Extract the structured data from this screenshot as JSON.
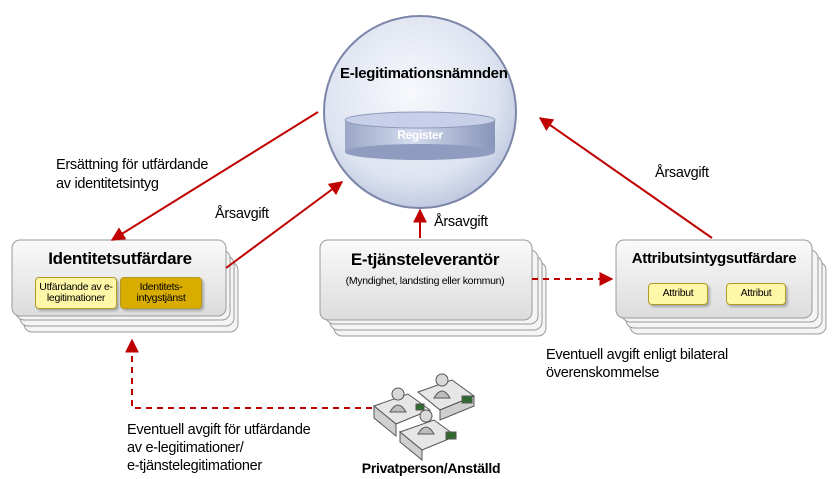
{
  "center": {
    "title": "E-legitimationsnämnden",
    "register_label": "Register"
  },
  "identity_issuer": {
    "title": "Identitetsutfärdare",
    "chip_left": "Utfärdande av e-legitimationer",
    "chip_right": "Identitets-intygstjänst"
  },
  "service_provider": {
    "title": "E-tjänsteleverantör",
    "subtitle": "(Myndighet, landsting eller kommun)"
  },
  "attribute_issuer": {
    "title": "Attributsintygsutfärdare",
    "chip_left": "Attribut",
    "chip_right": "Attribut"
  },
  "person": {
    "label": "Privatperson/Anställd"
  },
  "labels": {
    "compensation_line1": "Ersättning för utfärdande",
    "compensation_line2": "av identitetsintyg",
    "annual_fee_left": "Årsavgift",
    "annual_fee_center": "Årsavgift",
    "annual_fee_right": "Årsavgift",
    "bilateral_line1": "Eventuell avgift enligt bilateral",
    "bilateral_line2": "överenskommelse",
    "issuance_line1": "Eventuell avgift för utfärdande",
    "issuance_line2": "av e-legitimationer/",
    "issuance_line3": "e-tjänstelegitimationer"
  },
  "colors": {
    "arrow": "#c00000",
    "box_fill": "#ececec",
    "box_border": "#9a9a9a",
    "chip_light": "#fff6a0",
    "chip_dark": "#d4a800",
    "circle_light": "#f4f6fb",
    "circle_dark": "#b8c2dc"
  }
}
